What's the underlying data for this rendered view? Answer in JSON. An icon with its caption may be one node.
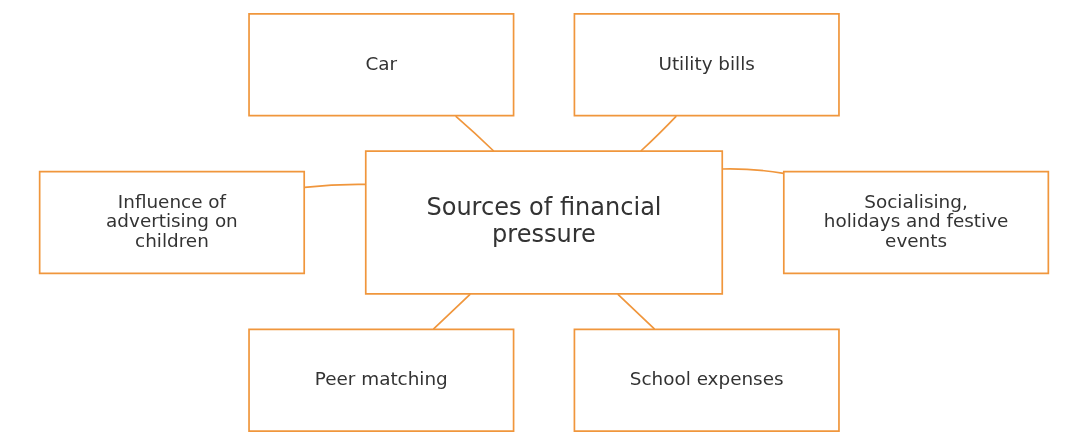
{
  "diagram": {
    "nodes": [
      {
        "text": [
          "Sources of financial pressure"
        ]
      },
      {
        "text": [
          "Car"
        ]
      },
      {
        "text": [
          "Utility bills"
        ]
      },
      {
        "text": [
          "Influence of advertising on children"
        ]
      },
      {
        "text": [
          "Socialising, holidays and festive events"
        ]
      },
      {
        "text": [
          "Peer matching"
        ]
      },
      {
        "text": [
          "School expenses"
        ]
      }
    ],
    "edges": [
      {
        "from": 0,
        "to": 1,
        "arrow": "none"
      },
      {
        "from": 0,
        "to": 2,
        "arrow": "none"
      },
      {
        "from": 0,
        "to": 3,
        "arrow": "none"
      },
      {
        "from": 0,
        "to": 4,
        "arrow": "none"
      },
      {
        "from": 0,
        "to": 5,
        "arrow": "none"
      },
      {
        "from": 0,
        "to": 6,
        "arrow": "none"
      }
    ]
  }
}
